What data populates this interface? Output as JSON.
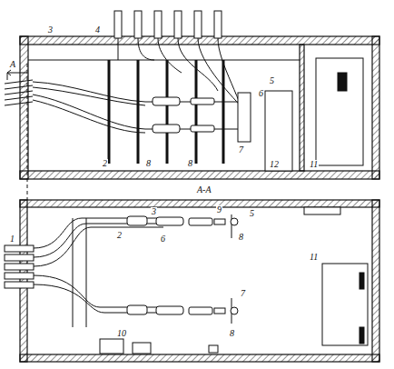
{
  "diagram": {
    "labels": [
      "3",
      "4",
      "A",
      "5",
      "6",
      "7",
      "2",
      "8",
      "8",
      "12",
      "11",
      "A-A",
      "1",
      "3",
      "2",
      "6",
      "9",
      "8",
      "5",
      "7",
      "8",
      "10",
      "11"
    ]
  }
}
